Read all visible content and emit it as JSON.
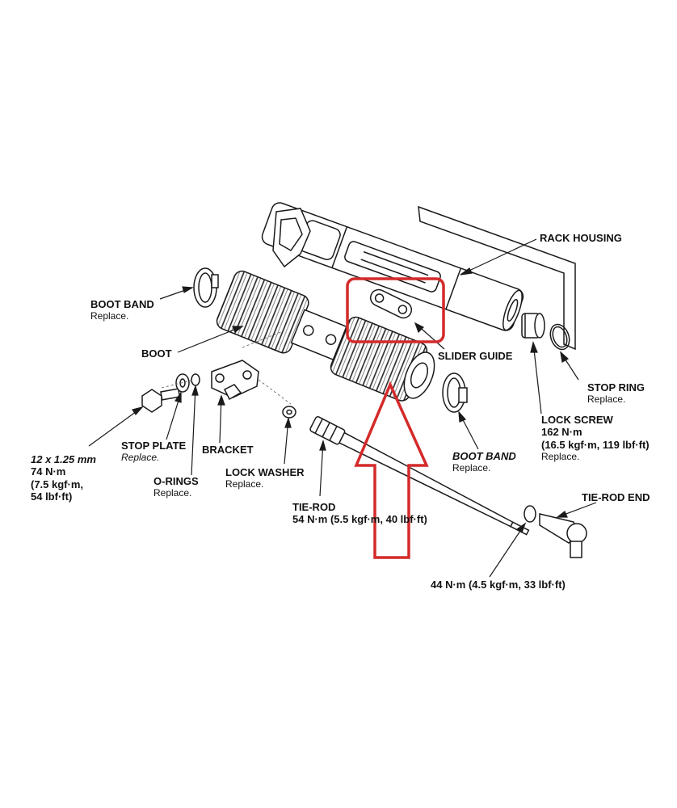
{
  "labels": {
    "rack_housing": "RACK HOUSING",
    "boot_band_top": "BOOT BAND",
    "boot_band_top_note": "Replace.",
    "boot": "BOOT",
    "slider_guide": "SLIDER GUIDE",
    "stop_ring": "STOP RING",
    "stop_ring_note": "Replace.",
    "lock_screw": "LOCK SCREW",
    "lock_screw_torque_1": "162 N·m",
    "lock_screw_torque_2": "(16.5 kgf·m, 119 lbf·ft)",
    "lock_screw_note": "Replace.",
    "boot_band_right": "BOOT BAND",
    "boot_band_right_note": "Replace.",
    "bolt_size": "12 x 1.25 mm",
    "bolt_torque_1": "74 N·m",
    "bolt_torque_2": "(7.5 kgf·m,",
    "bolt_torque_3": "54 lbf·ft)",
    "stop_plate": "STOP PLATE",
    "stop_plate_note": "Replace.",
    "bracket": "BRACKET",
    "o_rings": "O-RINGS",
    "o_rings_note": "Replace.",
    "lock_washer": "LOCK WASHER",
    "lock_washer_note": "Replace.",
    "tie_rod": "TIE-ROD",
    "tie_rod_torque": "54 N·m (5.5 kgf·m, 40 lbf·ft)",
    "tie_rod_end": "TIE-ROD END",
    "tie_rod_end_torque": "44 N·m (4.5 kgf·m, 33 lbf·ft)"
  },
  "colors": {
    "line_art": "#1a1a1a",
    "highlight": "#d42a2a",
    "background": "#ffffff"
  }
}
